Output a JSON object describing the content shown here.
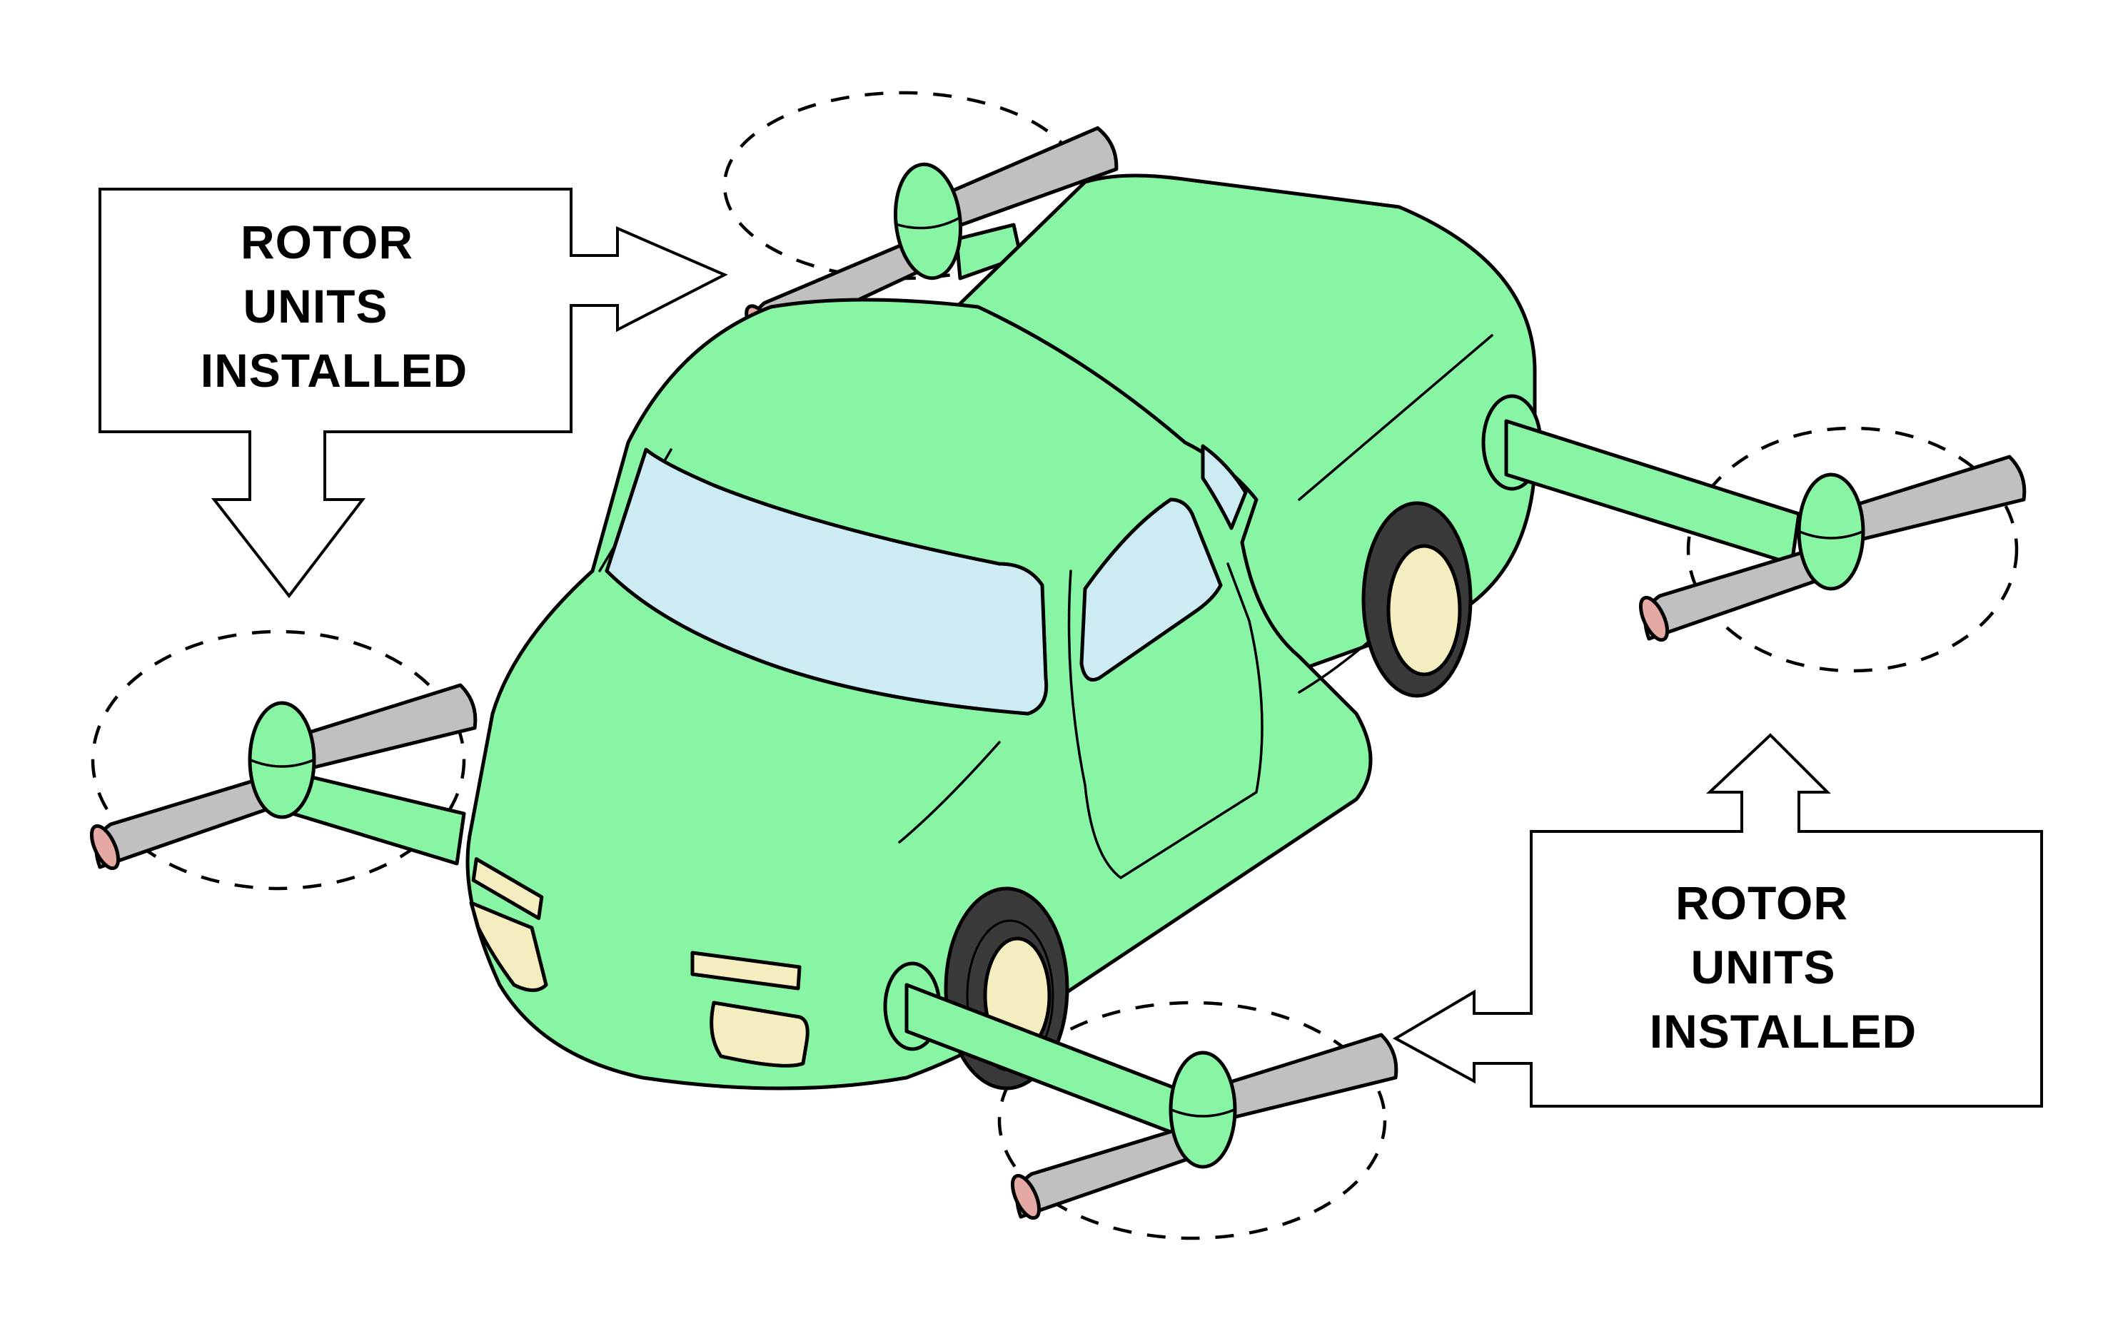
{
  "callouts": {
    "left": {
      "lines": [
        "ROTOR",
        "UNITS",
        "INSTALLED"
      ]
    },
    "right": {
      "lines": [
        "ROTOR",
        "UNITS",
        "INSTALLED"
      ]
    }
  },
  "colors": {
    "body": "#88F5A4",
    "windshield": "#CDEBF3",
    "lights": "#F4EDC0",
    "blade": "#C0C0C0",
    "tire": "#3a3a3a",
    "blade_tip": "#e5a9a4"
  },
  "icons": {
    "vehicle": "flying-car",
    "rotor": "propeller",
    "arrow": "outline-block-arrow"
  }
}
